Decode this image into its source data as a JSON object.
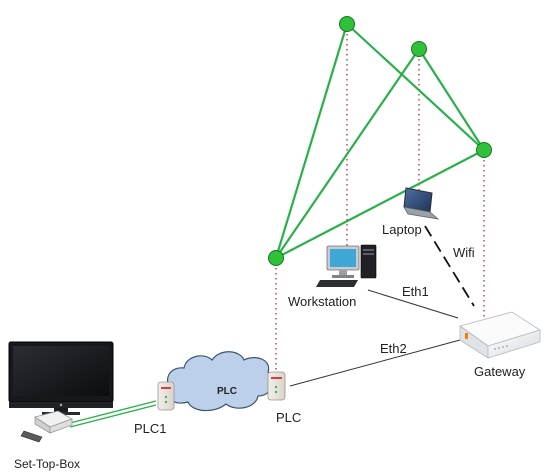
{
  "labels": {
    "set_top_box": "Set-Top-Box",
    "plc1": "PLC1",
    "plc_cloud": "PLC",
    "plc": "PLC",
    "eth2": "Eth2",
    "eth1": "Eth1",
    "gateway": "Gateway",
    "workstation": "Workstation",
    "laptop": "Laptop",
    "wifi": "Wifi"
  },
  "colors": {
    "node": "#2fc13a",
    "mesh_line": "#2ab04a",
    "projection": "#c0282c",
    "wire": "#333333",
    "cloud": "#bcd0ea"
  },
  "icons": {
    "tv": "tv-icon",
    "set_top_box": "set-top-box-icon",
    "remote": "remote-icon",
    "plc1": "plc-adapter-icon",
    "plc": "plc-adapter-icon",
    "cloud": "cloud-icon",
    "gateway": "gateway-router-icon",
    "workstation": "workstation-pc-icon",
    "laptop": "laptop-icon"
  }
}
